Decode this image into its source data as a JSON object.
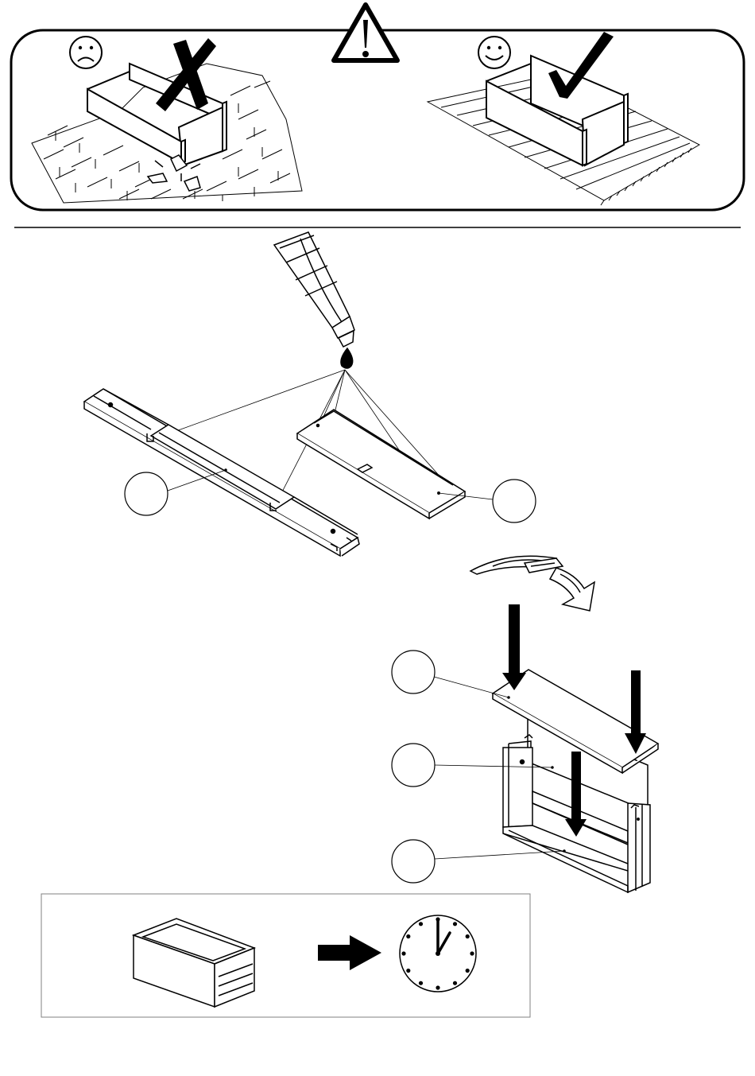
{
  "warning_panel": {
    "bad_example": {
      "face": "sad-face",
      "mark": "cross-mark",
      "surface": "hard-tile-floor"
    },
    "good_example": {
      "face": "happy-face",
      "mark": "check-mark",
      "surface": "soft-carpet"
    },
    "center_icon": "warning-triangle-icon"
  },
  "step_glue": {
    "tool": "glue-tube-icon",
    "callouts": [
      {
        "id": "callout-left-rail",
        "label": ""
      },
      {
        "id": "callout-back-panel",
        "label": ""
      }
    ]
  },
  "step_assembly": {
    "rotate_arrow": "flip-arrow-icon",
    "callouts": [
      {
        "id": "callout-top-panel",
        "label": ""
      },
      {
        "id": "callout-back-board",
        "label": ""
      },
      {
        "id": "callout-frame",
        "label": ""
      }
    ]
  },
  "drying_box": {
    "drawer_icon": "drawer-icon",
    "arrow_icon": "right-arrow-icon",
    "clock_icon": "clock-icon",
    "clock_time_hours": 1
  },
  "colors": {
    "ink": "#000000",
    "paper": "#ffffff",
    "frame": "#808080"
  }
}
